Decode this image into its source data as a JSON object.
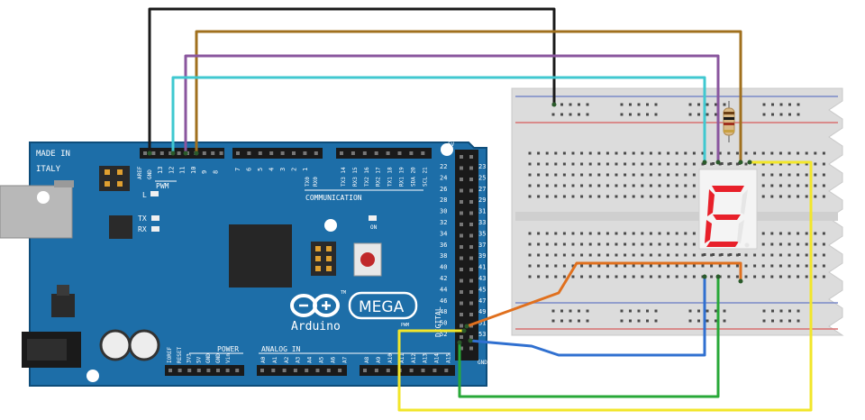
{
  "board": {
    "made_in": "MADE IN",
    "country": "ITALY",
    "aref": "AREF",
    "gnd": "GND",
    "pwm_pins": [
      "13",
      "12",
      "11",
      "10",
      "9",
      "8"
    ],
    "pwm_pins2": [
      "7",
      "6",
      "5",
      "4",
      "3",
      "2",
      "1"
    ],
    "comm_pins": [
      "TX3 14",
      "RX3 15",
      "TX2 16",
      "RX2 17",
      "TX1 18",
      "RX1 19",
      "SDA 20",
      "SCL 21"
    ],
    "tx0": "TX0",
    "rx0": "RX0",
    "pwm_label": "PWM",
    "comm_label": "COMMUNICATION",
    "l_label": "L",
    "tx_label": "TX",
    "rx_label": "RX",
    "on_label": "ON",
    "logo_text": "Arduino",
    "mega_text": "MEGA",
    "power_label": "POWER",
    "analog_label": "ANALOG IN",
    "power_pins": [
      "IOREF",
      "RESET",
      "3V3",
      "5V",
      "GND",
      "GND",
      "Vin"
    ],
    "analog_pins": [
      "A0",
      "A1",
      "A2",
      "A3",
      "A4",
      "A5",
      "A6",
      "A7",
      "A8",
      "A9",
      "A10",
      "A11",
      "A12",
      "A13",
      "A14",
      "A15"
    ],
    "digital_left": [
      "22",
      "24",
      "26",
      "28",
      "30",
      "32",
      "34",
      "36",
      "38",
      "40",
      "42",
      "44",
      "46",
      "48",
      "50",
      "52"
    ],
    "digital_right": [
      "23",
      "25",
      "27",
      "29",
      "31",
      "33",
      "35",
      "37",
      "39",
      "41",
      "43",
      "45",
      "47",
      "49",
      "51",
      "53"
    ],
    "digital_label": "DIGITAL",
    "top_5v": "5V",
    "bottom_gnd": "GND",
    "pwm_side": "PWM"
  },
  "display": {
    "char": "E",
    "segment_color": "#e8202a"
  },
  "wire_colors": {
    "black": "#1a1a1a",
    "brown": "#a0701e",
    "purple": "#8a569e",
    "cyan": "#40c8d0",
    "yellow": "#f2e62a",
    "orange": "#e0701e",
    "blue": "#3070d0",
    "green": "#28a838"
  }
}
